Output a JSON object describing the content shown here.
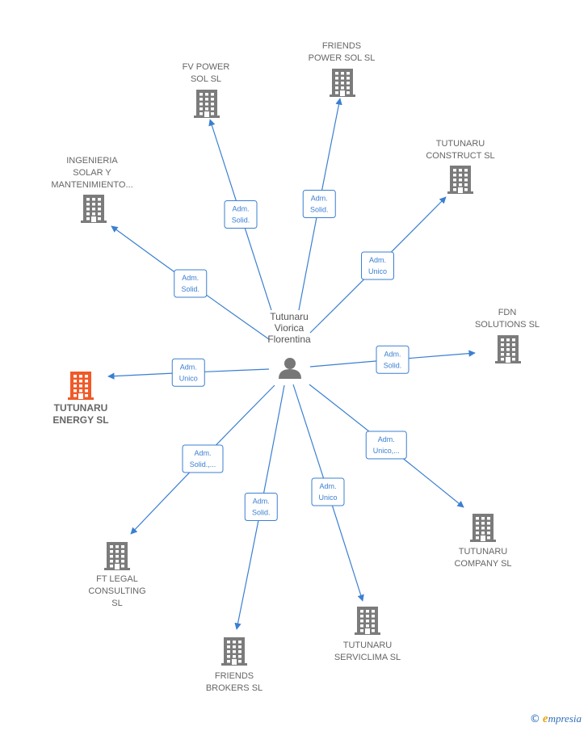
{
  "center": {
    "name_lines": [
      "Tutunaru",
      "Viorica",
      "Florentina"
    ],
    "icon": "person-icon"
  },
  "colors": {
    "edge": "#3b7fd1",
    "building": "#7b7b7b",
    "highlight": "#f05a28",
    "label": "#666666"
  },
  "nodes": [
    {
      "id": "fv-power",
      "lines": [
        "FV POWER",
        "SOL  SL"
      ],
      "highlight": false,
      "icon": "building-icon"
    },
    {
      "id": "friends-power",
      "lines": [
        "FRIENDS",
        "POWER SOL  SL"
      ],
      "highlight": false,
      "icon": "building-icon"
    },
    {
      "id": "tutunaru-construct",
      "lines": [
        "TUTUNARU",
        "CONSTRUCT  SL"
      ],
      "highlight": false,
      "icon": "building-icon"
    },
    {
      "id": "ingenieria",
      "lines": [
        "INGENIERIA",
        "SOLAR Y",
        "MANTENIMIENTO..."
      ],
      "highlight": false,
      "icon": "building-icon"
    },
    {
      "id": "fdn",
      "lines": [
        "FDN",
        "SOLUTIONS  SL"
      ],
      "highlight": false,
      "icon": "building-icon"
    },
    {
      "id": "tutunaru-energy",
      "lines": [
        "TUTUNARU",
        "ENERGY  SL"
      ],
      "highlight": true,
      "icon": "building-icon"
    },
    {
      "id": "tutunaru-company",
      "lines": [
        "TUTUNARU",
        "COMPANY  SL"
      ],
      "highlight": false,
      "icon": "building-icon"
    },
    {
      "id": "ft-legal",
      "lines": [
        "FT LEGAL",
        "CONSULTING",
        "SL"
      ],
      "highlight": false,
      "icon": "building-icon"
    },
    {
      "id": "tutunaru-serviclima",
      "lines": [
        "TUTUNARU",
        "SERVICLIMA  SL"
      ],
      "highlight": false,
      "icon": "building-icon"
    },
    {
      "id": "friends-brokers",
      "lines": [
        "FRIENDS",
        "BROKERS  SL"
      ],
      "highlight": false,
      "icon": "building-icon"
    }
  ],
  "edges": [
    {
      "to": "fv-power",
      "lines": [
        "Adm.",
        "Solid."
      ]
    },
    {
      "to": "friends-power",
      "lines": [
        "Adm.",
        "Solid."
      ]
    },
    {
      "to": "tutunaru-construct",
      "lines": [
        "Adm.",
        "Unico"
      ]
    },
    {
      "to": "ingenieria",
      "lines": [
        "Adm.",
        "Solid."
      ]
    },
    {
      "to": "fdn",
      "lines": [
        "Adm.",
        "Solid."
      ]
    },
    {
      "to": "tutunaru-energy",
      "lines": [
        "Adm.",
        "Unico"
      ]
    },
    {
      "to": "tutunaru-company",
      "lines": [
        "Adm.",
        "Unico,..."
      ]
    },
    {
      "to": "ft-legal",
      "lines": [
        "Adm.",
        "Solid.,..."
      ]
    },
    {
      "to": "tutunaru-serviclima",
      "lines": [
        "Adm.",
        "Unico"
      ]
    },
    {
      "to": "friends-brokers",
      "lines": [
        "Adm.",
        "Solid."
      ]
    }
  ],
  "brand": {
    "copyright": "©",
    "initial": "e",
    "rest": "mpresia"
  }
}
